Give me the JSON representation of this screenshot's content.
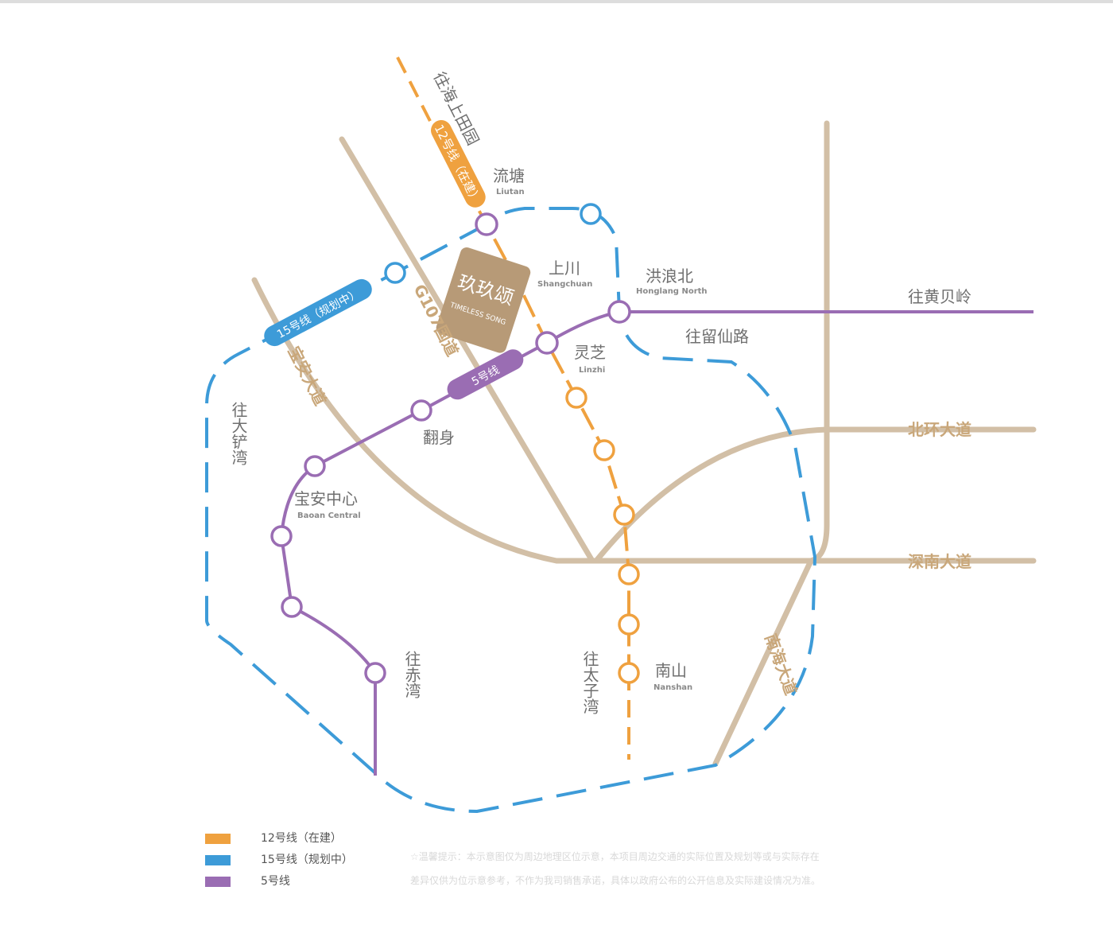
{
  "colors": {
    "line12": "#efa13f",
    "line15": "#3d9bd8",
    "line5": "#9a6db3",
    "road": "#d2bfa6",
    "logo": "#b79a77"
  },
  "project": {
    "name_cn": "玖玖颂",
    "name_en": "TIMELESS SONG"
  },
  "lines": {
    "line12": {
      "label": "12号线（在建）",
      "direction": "往海上田园",
      "south": "往太子湾"
    },
    "line15": {
      "label": "15号线（规划中）",
      "west": "往大铲湾"
    },
    "line5": {
      "label": "5号线",
      "east": "往黄贝岭",
      "south": "往赤湾"
    }
  },
  "stations": [
    {
      "cn": "流塘",
      "en": "Liutan"
    },
    {
      "cn": "上川",
      "en": "Shangchuan"
    },
    {
      "cn": "洪浪北",
      "en": "Honglang North"
    },
    {
      "cn": "灵芝",
      "en": "Linzhi"
    },
    {
      "cn": "翻身",
      "en": ""
    },
    {
      "cn": "宝安中心",
      "en": "Baoan Central"
    },
    {
      "cn": "南山",
      "en": "Nanshan"
    }
  ],
  "roads": {
    "g107": "G107国道",
    "baoan": "宝安大道",
    "beihuan": "北环大道",
    "shennan": "深南大道",
    "nanhai": "南海大道",
    "liuxian": "往留仙路"
  },
  "legend": [
    {
      "label": "12号线（在建）",
      "color": "#efa13f"
    },
    {
      "label": "15号线（规划中）",
      "color": "#3d9bd8"
    },
    {
      "label": "5号线",
      "color": "#9a6db3"
    }
  ],
  "disclaimer": [
    "☆温馨提示：本示意图仅为周边地理区位示意，本项目周边交通的实际位置及规划等或与实际存在",
    "差异仅供为位示意参考，不作为我司销售承诺，具体以政府公布的公开信息及实际建设情况为准。"
  ]
}
